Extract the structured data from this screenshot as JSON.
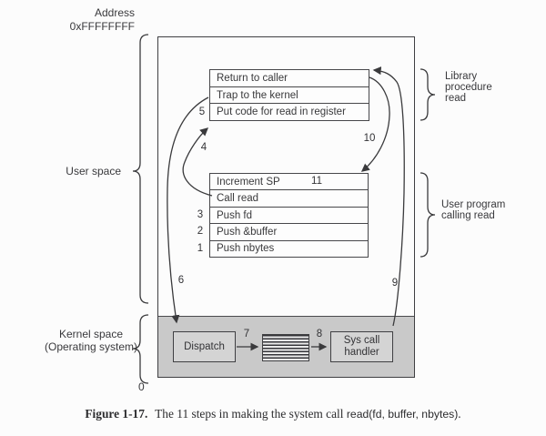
{
  "page": {
    "address_line1": "Address",
    "address_line2": "0xFFFFFFFF",
    "zero_label": "0",
    "user_space_label": "User space",
    "kernel_space_line1": "Kernel space",
    "kernel_space_line2": "(Operating system)"
  },
  "library_box": {
    "row1": "Return to caller",
    "row2": "Trap to the kernel",
    "row3": "Put code for read in register"
  },
  "program_box": {
    "row1": "Increment SP",
    "row2": "Call read",
    "row3": "Push fd",
    "row4": "Push &buffer",
    "row5": "Push nbytes"
  },
  "kernel_boxes": {
    "dispatch": "Dispatch",
    "handler_line1": "Sys call",
    "handler_line2": "handler"
  },
  "annotations": {
    "library_line1": "Library",
    "library_line2": "procedure",
    "library_line3": "read",
    "program_line1": "User program",
    "program_line2": "calling read"
  },
  "steps": {
    "s1": "1",
    "s2": "2",
    "s3": "3",
    "s4": "4",
    "s5": "5",
    "s6": "6",
    "s7": "7",
    "s8": "8",
    "s9": "9",
    "s10": "10",
    "s11": "11"
  },
  "caption": {
    "figure_label": "Figure 1-17.",
    "text": "The 11 steps in making the system call",
    "code": "read(fd, buffer, nbytes)",
    "period": "."
  },
  "colors": {
    "kernel_band_bg": "#c9c9c9",
    "box_fill": "#d4d4d4",
    "line": "#3a3a3c",
    "background": "#fcfcfc"
  }
}
